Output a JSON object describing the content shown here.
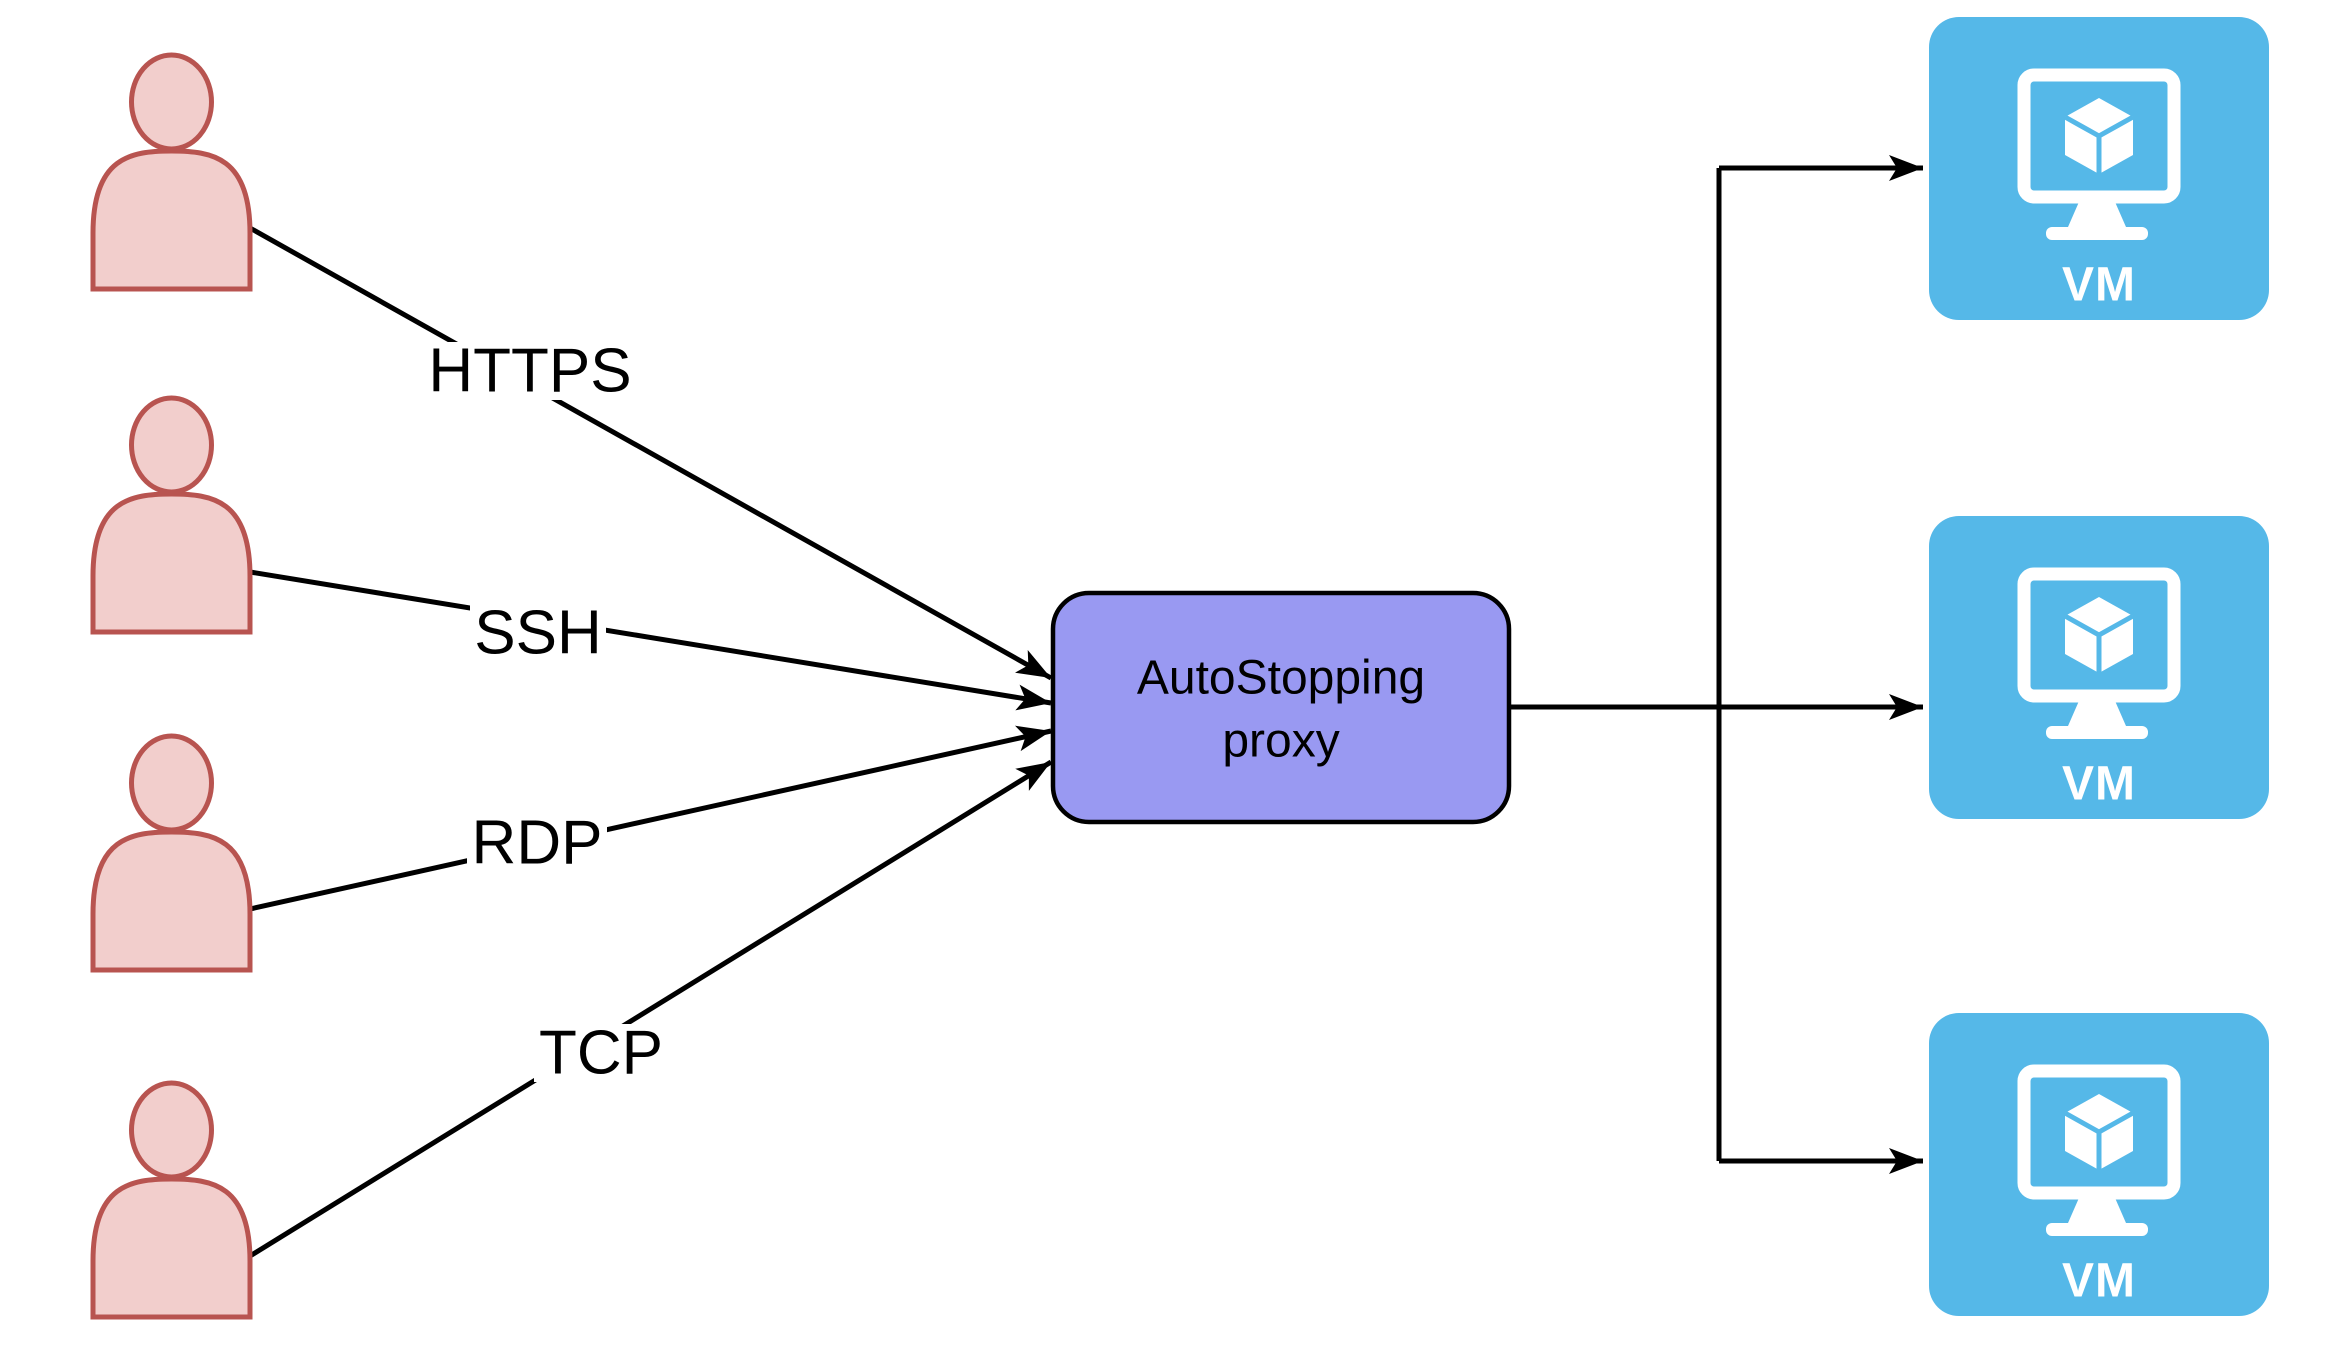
{
  "diagram": {
    "background": "#FFFFFF",
    "line_color": "#000000",
    "users": {
      "count": 4,
      "icon": "person-icon",
      "fill": "#F2CECC",
      "stroke": "#B85450"
    },
    "edges": [
      {
        "label": "HTTPS",
        "from": "user-1",
        "to": "autostopping-proxy"
      },
      {
        "label": "SSH",
        "from": "user-2",
        "to": "autostopping-proxy"
      },
      {
        "label": "RDP",
        "from": "user-3",
        "to": "autostopping-proxy"
      },
      {
        "label": "TCP",
        "from": "user-4",
        "to": "autostopping-proxy"
      }
    ],
    "proxy": {
      "label_line1": "AutoStopping",
      "label_line2": "proxy",
      "fill": "#9999F2",
      "stroke": "#000000",
      "text_color": "#000000"
    },
    "vms": {
      "count": 3,
      "label": "VM",
      "fill": "#55B8E8",
      "text_color": "#FFFFFF",
      "icon": "vm-monitor-cube-icon"
    }
  }
}
